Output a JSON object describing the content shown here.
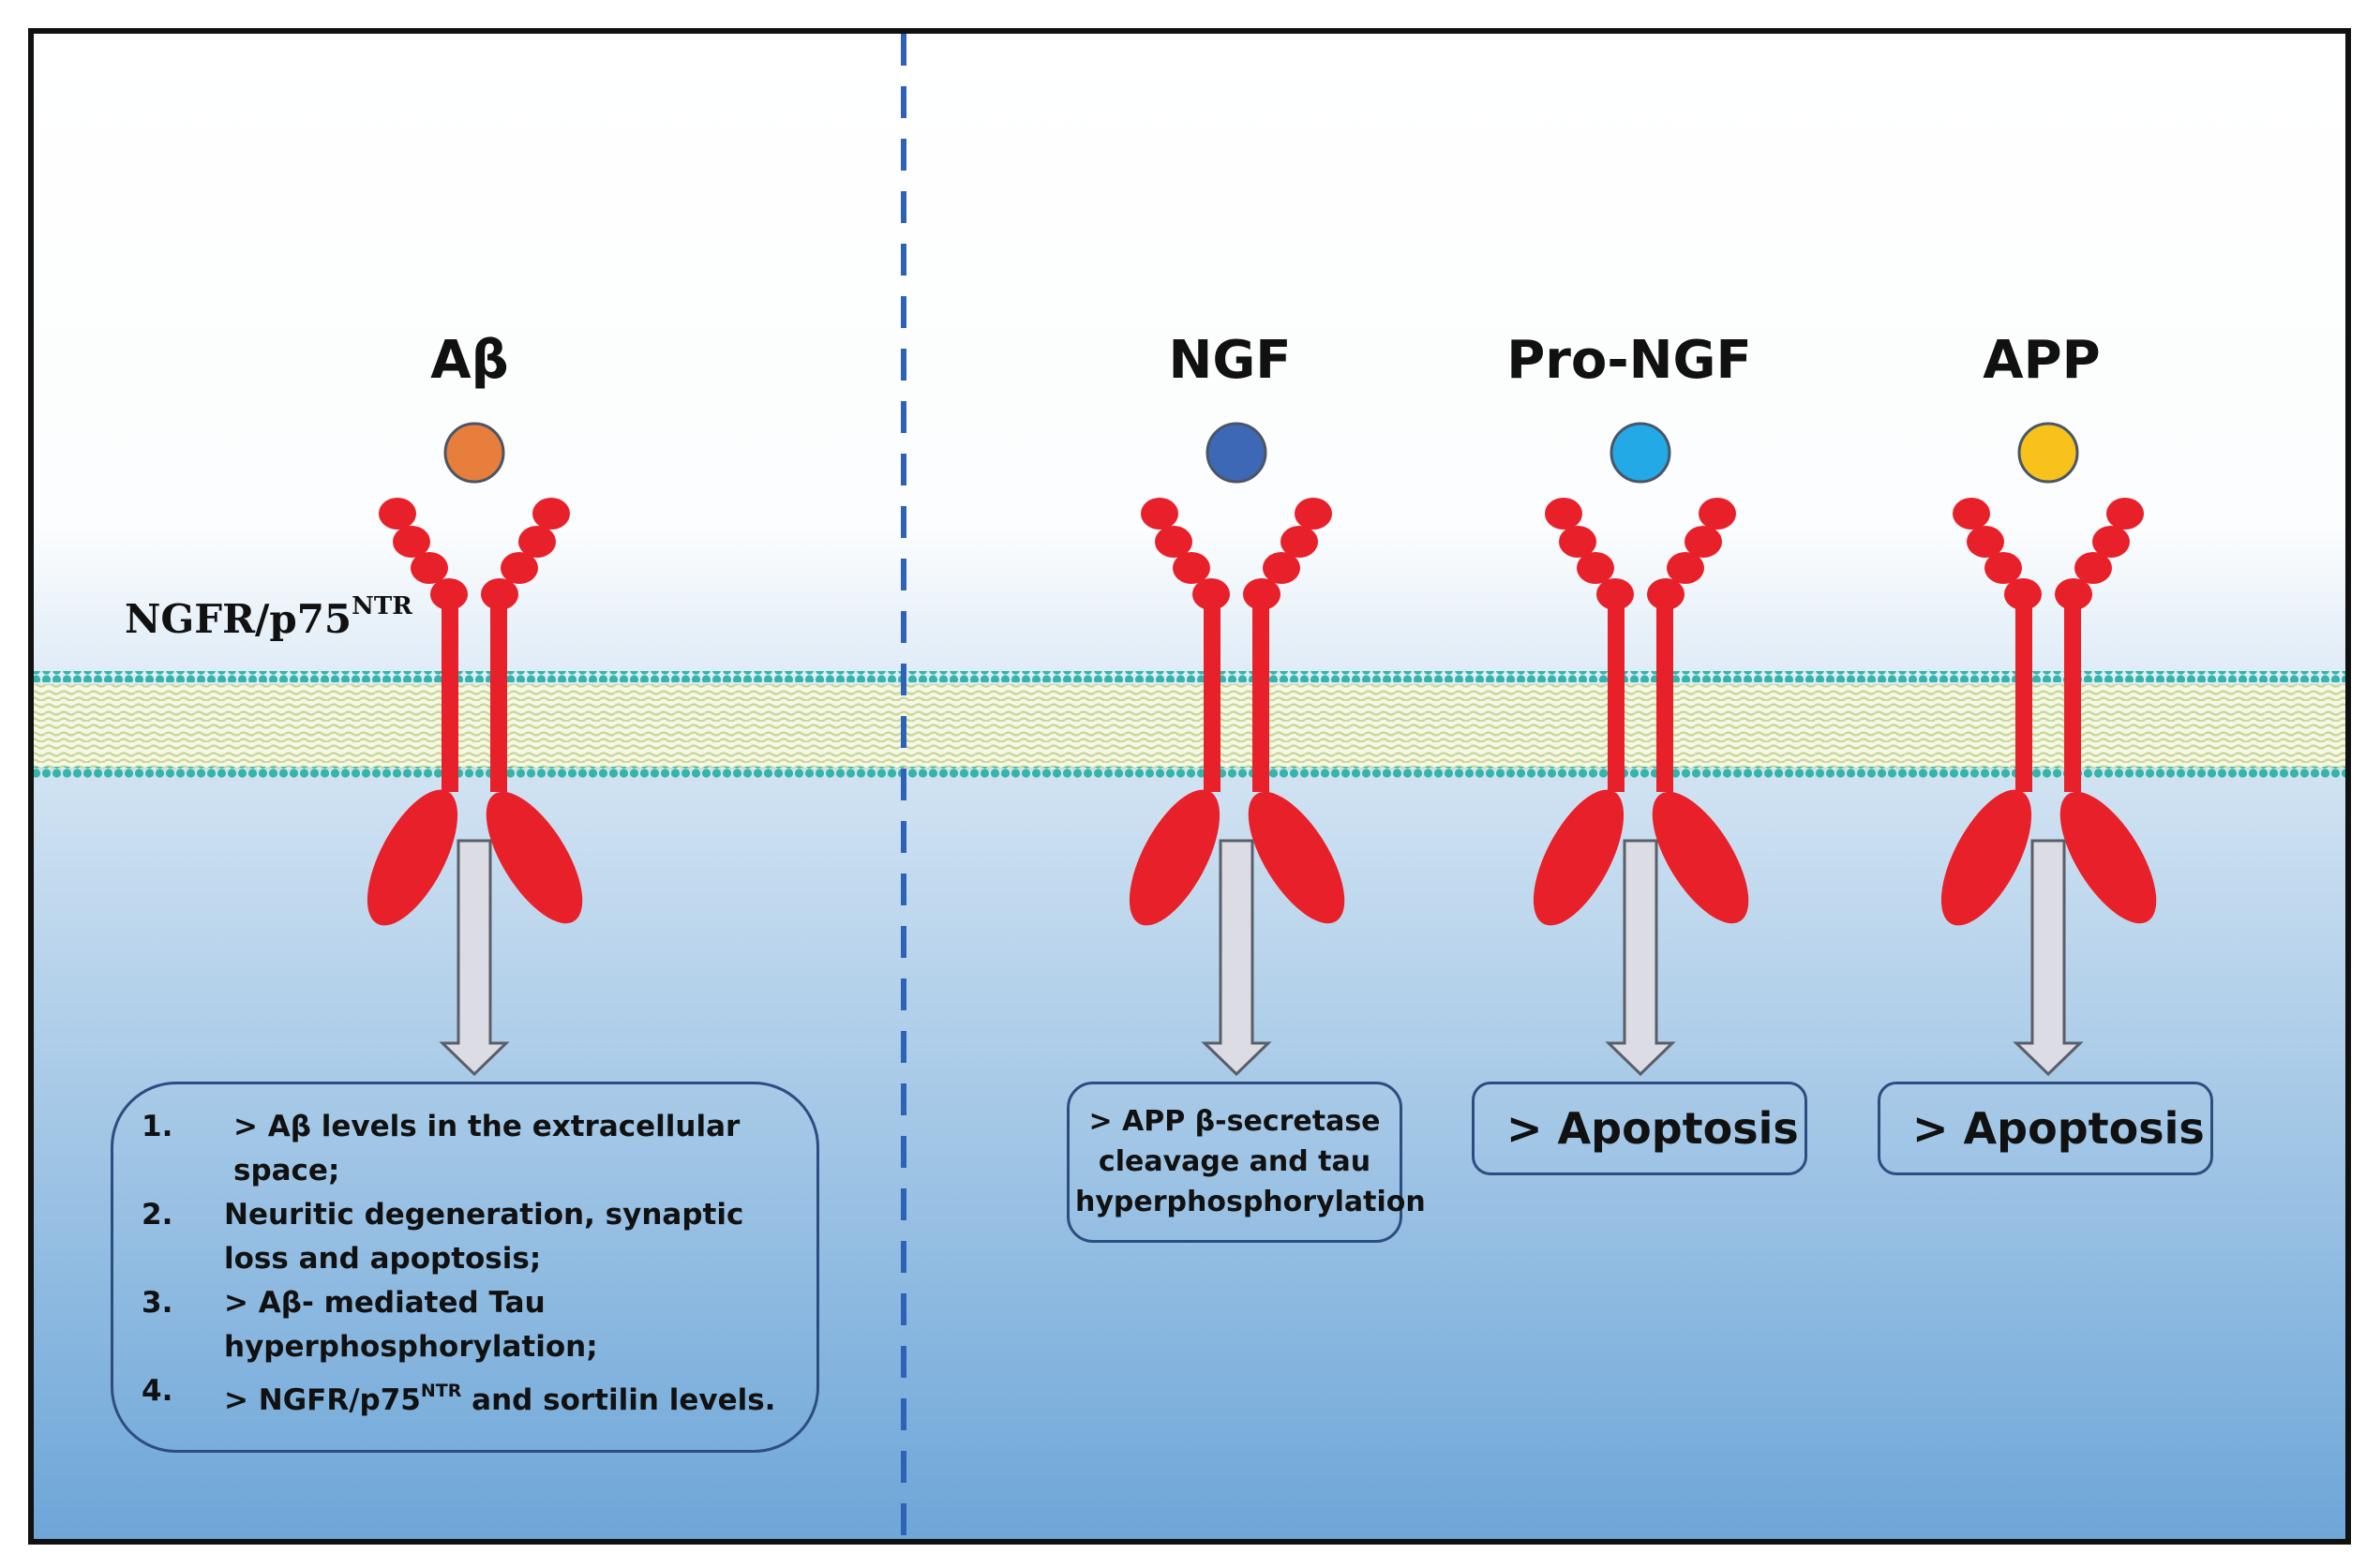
{
  "colors": {
    "border": "#111111",
    "divider": "#2e62b6",
    "receptor": "#e8202a",
    "membrane_head": "#33b5a9",
    "membrane_tail": "#c9d79a",
    "arrow_fill": "#dcdde4",
    "arrow_stroke": "#5a5e68",
    "box_border": "#2d4d80",
    "bg_top": "#ffffff",
    "bg_bottom": "#6da6d8",
    "ligand_abeta": "#e87e3b",
    "ligand_ngf": "#3d68b6",
    "ligand_prongf": "#23a9e6",
    "ligand_app": "#f7c21b"
  },
  "receptor": {
    "name": "NGFR/p75",
    "superscript": "NTR"
  },
  "panels": [
    {
      "ligand_label": "Aβ",
      "ligand_color": "#e87e3b",
      "effects": [
        {
          "num": "1.",
          "text": "> Aβ levels in the extracellular space;"
        },
        {
          "num": "2.",
          "text": "Neuritic degeneration, synaptic loss and apoptosis;"
        },
        {
          "num": "3.",
          "text": "> Aβ- mediated Tau hyperphosphorylation;"
        },
        {
          "num": "4.",
          "text_before": "> NGFR/p75",
          "text_sup": "NTR",
          "text_after": " and sortilin levels."
        }
      ]
    },
    {
      "ligand_label": "NGF",
      "ligand_color": "#3d68b6",
      "effect": "> APP β-secretase cleavage and tau hyperphosphorylation"
    },
    {
      "ligand_label": "Pro-NGF",
      "ligand_color": "#23a9e6",
      "effect": "> Apoptosis"
    },
    {
      "ligand_label": "APP",
      "ligand_color": "#f7c21b",
      "effect": "> Apoptosis"
    }
  ]
}
